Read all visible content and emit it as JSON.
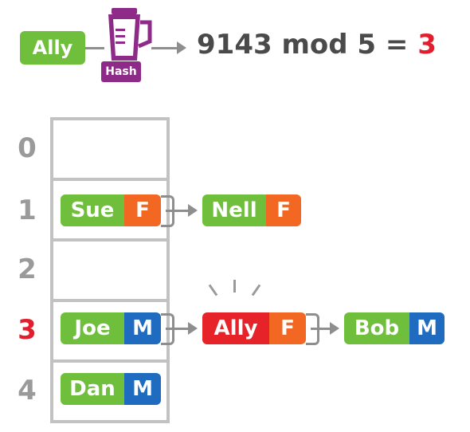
{
  "header": {
    "key": "Ally",
    "hash_label": "Hash",
    "equation_text": "9143 mod 5 = ",
    "equation_result": "3",
    "icon": "blender-icon"
  },
  "table": {
    "indices": [
      "0",
      "1",
      "2",
      "3",
      "4"
    ],
    "highlight_index": "3"
  },
  "records": {
    "sue": {
      "name": "Sue",
      "gender": "F"
    },
    "nell": {
      "name": "Nell",
      "gender": "F"
    },
    "joe": {
      "name": "Joe",
      "gender": "M"
    },
    "ally": {
      "name": "Ally",
      "gender": "F"
    },
    "bob": {
      "name": "Bob",
      "gender": "M"
    },
    "dan": {
      "name": "Dan",
      "gender": "M"
    }
  },
  "colors": {
    "name_bg": "#6fbe3c",
    "female": "#f26722",
    "male": "#1f6bbf",
    "new_entry": "#e52329",
    "hash": "#8e2a88",
    "highlight": "#e01e2d"
  }
}
